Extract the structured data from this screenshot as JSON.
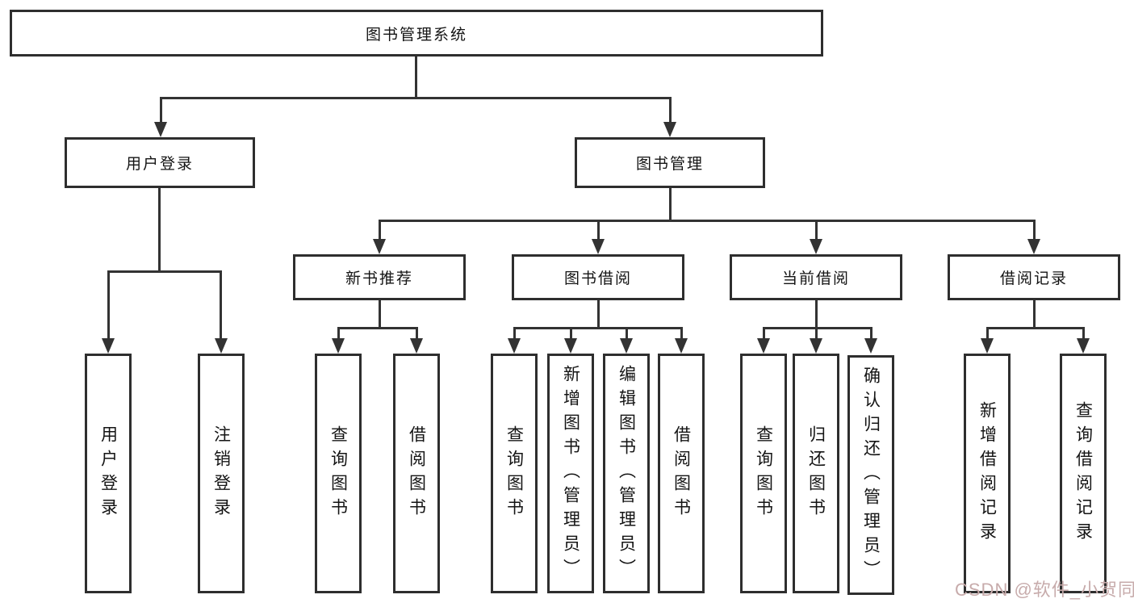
{
  "diagram": {
    "title": "图书管理系统",
    "nodes": {
      "root": "图书管理系统",
      "user_login": "用户登录",
      "book_management": "图书管理",
      "leaf_user_login": "用户登录",
      "leaf_logout": "注销登录",
      "new_book_recommend": "新书推荐",
      "book_borrow": "图书借阅",
      "current_borrow": "当前借阅",
      "borrow_records": "借阅记录",
      "nbr_query_books": "查询图书",
      "nbr_borrow_books": "借阅图书",
      "bb_query_books": "查询图书",
      "bb_add_books": "新增图书（管理员）",
      "bb_edit_books": "编辑图书（管理员）",
      "bb_borrow_books": "借阅图书",
      "cb_query_books": "查询图书",
      "cb_return_books": "归还图书",
      "cb_confirm_return": "确认归还（管理员）",
      "br_add_record": "新增借阅记录",
      "br_query_record": "查询借阅记录"
    },
    "colors": {
      "line": "#333333",
      "box_border": "#2e2e2e",
      "text": "#141414",
      "background": "#ffffff",
      "watermark": "#c7abab"
    }
  },
  "watermark": {
    "text": "CSDN @软件_小贺同学"
  }
}
